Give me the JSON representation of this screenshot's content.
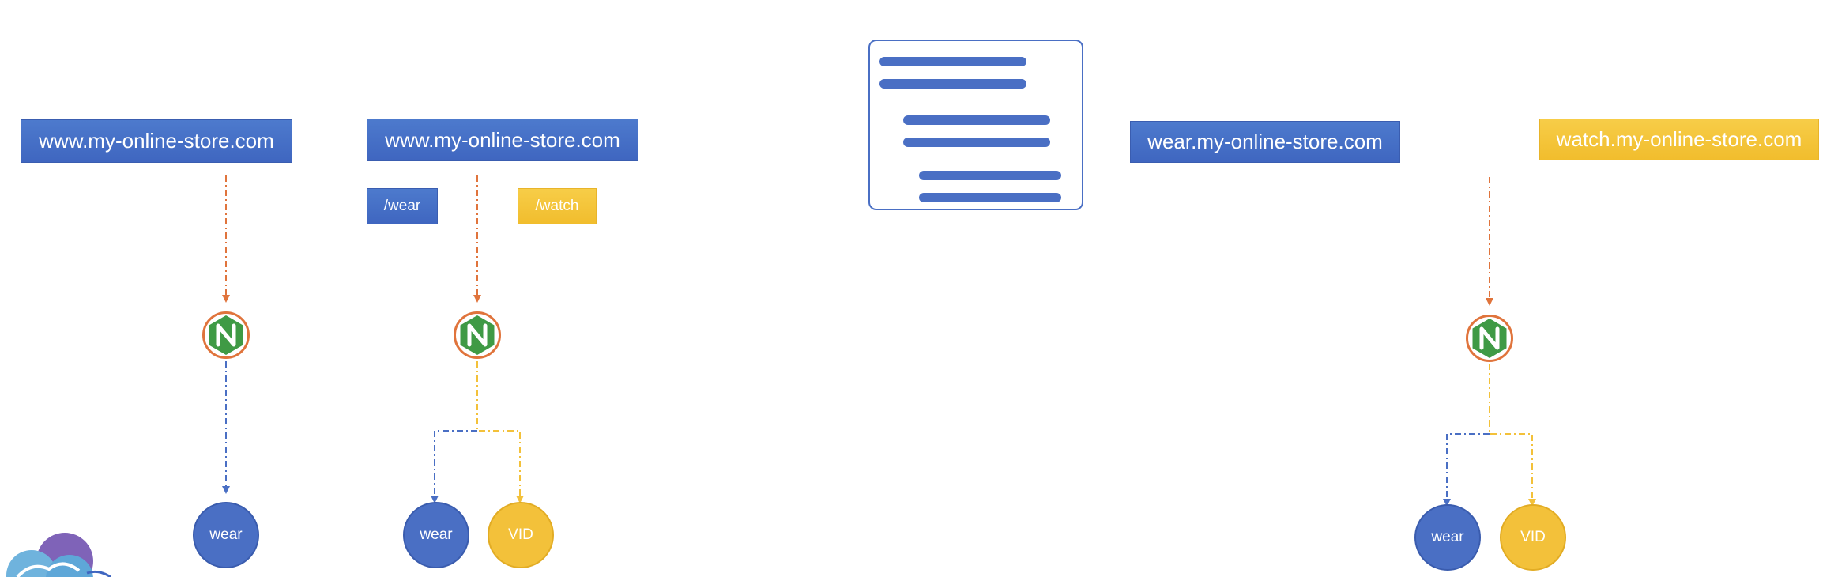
{
  "colors": {
    "blue": "#4a6fc4",
    "yellow": "#f3c13a",
    "nginx_green": "#3f9a45",
    "nginx_ring": "#e0743c",
    "arrow_orange": "#e0743c"
  },
  "panel1": {
    "domain": "www.my-online-store.com",
    "proxy_icon": "nginx-icon",
    "service": "wear"
  },
  "panel2": {
    "domain": "www.my-online-store.com",
    "path_wear": "/wear",
    "path_watch": "/watch",
    "proxy_icon": "nginx-icon",
    "service_wear": "wear",
    "service_vid": "VID"
  },
  "card": {
    "icon": "text-document-icon"
  },
  "panel3": {
    "domain_wear": "wear.my-online-store.com",
    "domain_watch": "watch.my-online-store.com",
    "proxy_icon": "nginx-icon",
    "service_wear": "wear",
    "service_vid": "VID"
  },
  "corner": {
    "icon": "cloud-logo-icon"
  }
}
